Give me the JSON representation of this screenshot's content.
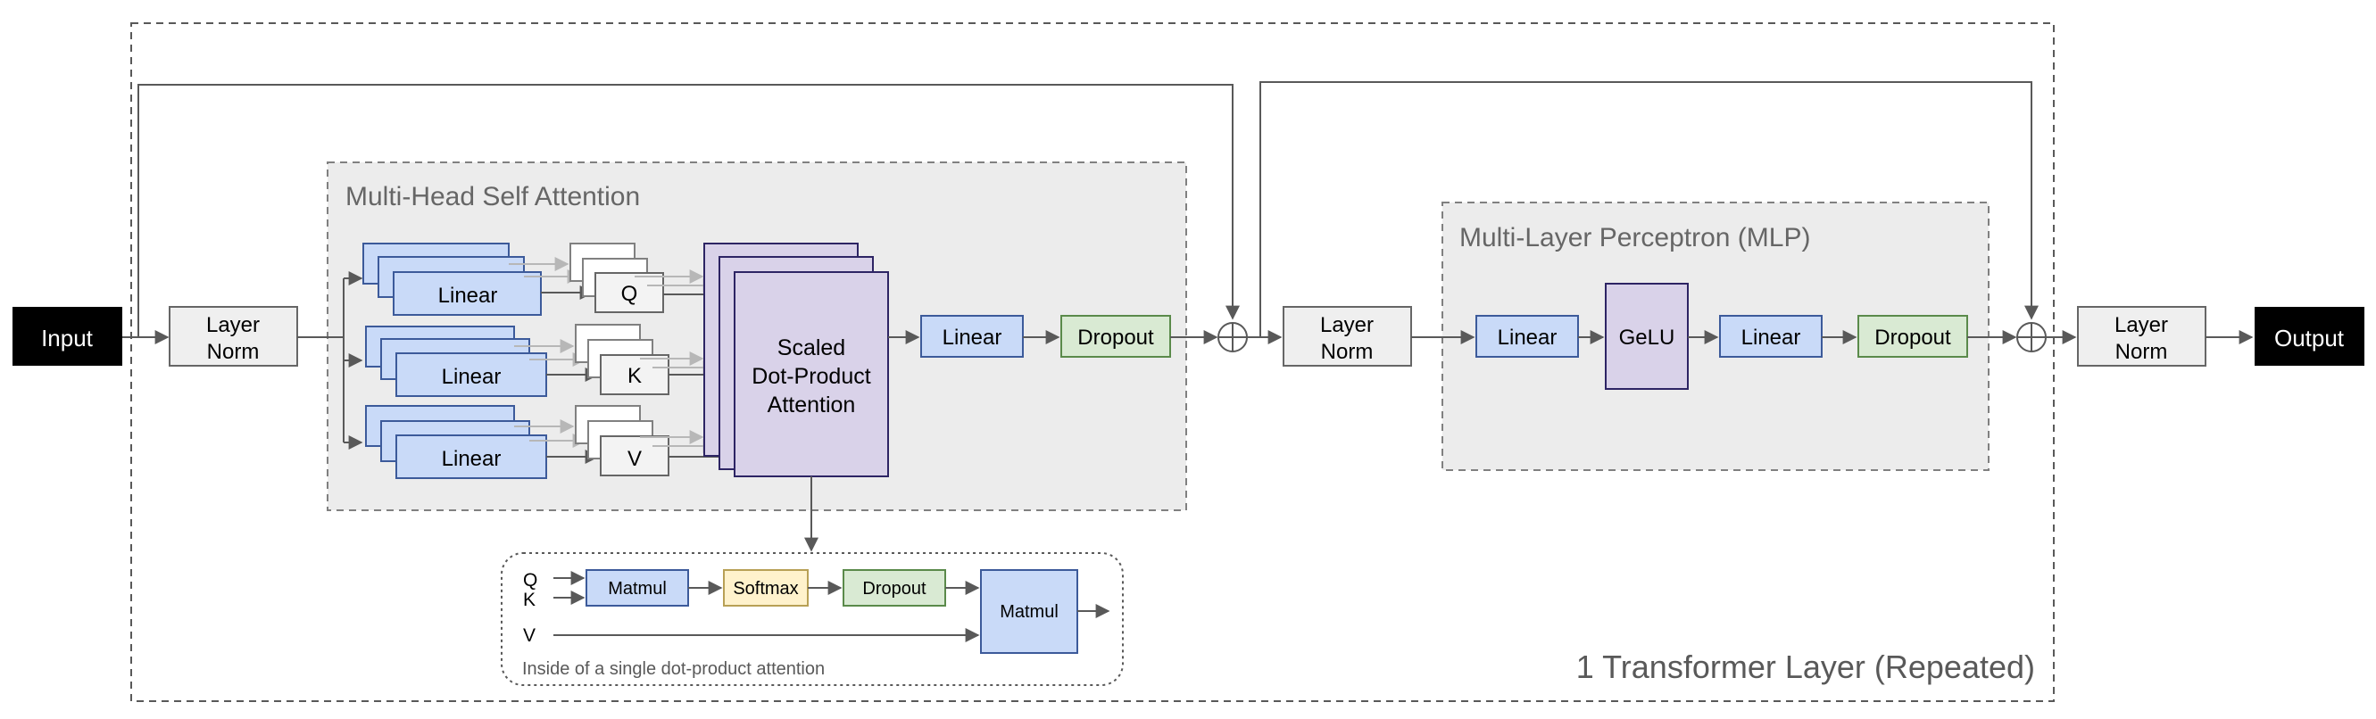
{
  "input_label": "Input",
  "output_label": "Output",
  "layer_norm_line1": "Layer",
  "layer_norm_line2": "Norm",
  "mhsa_title": "Multi-Head Self Attention",
  "mlp_title": "Multi-Layer Perceptron (MLP)",
  "linear_label": "Linear",
  "q_label": "Q",
  "k_label": "K",
  "v_label": "V",
  "sdpa_line1": "Scaled",
  "sdpa_line2": "Dot-Product",
  "sdpa_line3": "Attention",
  "dropout_label": "Dropout",
  "gelu_label": "GeLU",
  "transformer_caption": "1 Transformer Layer (Repeated)",
  "inset": {
    "q": "Q",
    "k": "K",
    "v": "V",
    "matmul": "Matmul",
    "softmax": "Softmax",
    "dropout": "Dropout",
    "caption": "Inside of a single dot-product attention"
  },
  "colors": {
    "black_box": "#000000",
    "gray_box": "#efefef",
    "panel": "#ececec",
    "linear_fill": "#c9daf8",
    "linear_stroke": "#3c5a9a",
    "sdpa_fill": "#d9d2e9",
    "sdpa_stroke": "#2d2464",
    "dropout_fill": "#d9ead3",
    "dropout_stroke": "#5a8a4a",
    "softmax_fill": "#fff2cc",
    "softmax_stroke": "#b8a055",
    "line": "#595959",
    "light_arrow": "#b7b7b7"
  }
}
